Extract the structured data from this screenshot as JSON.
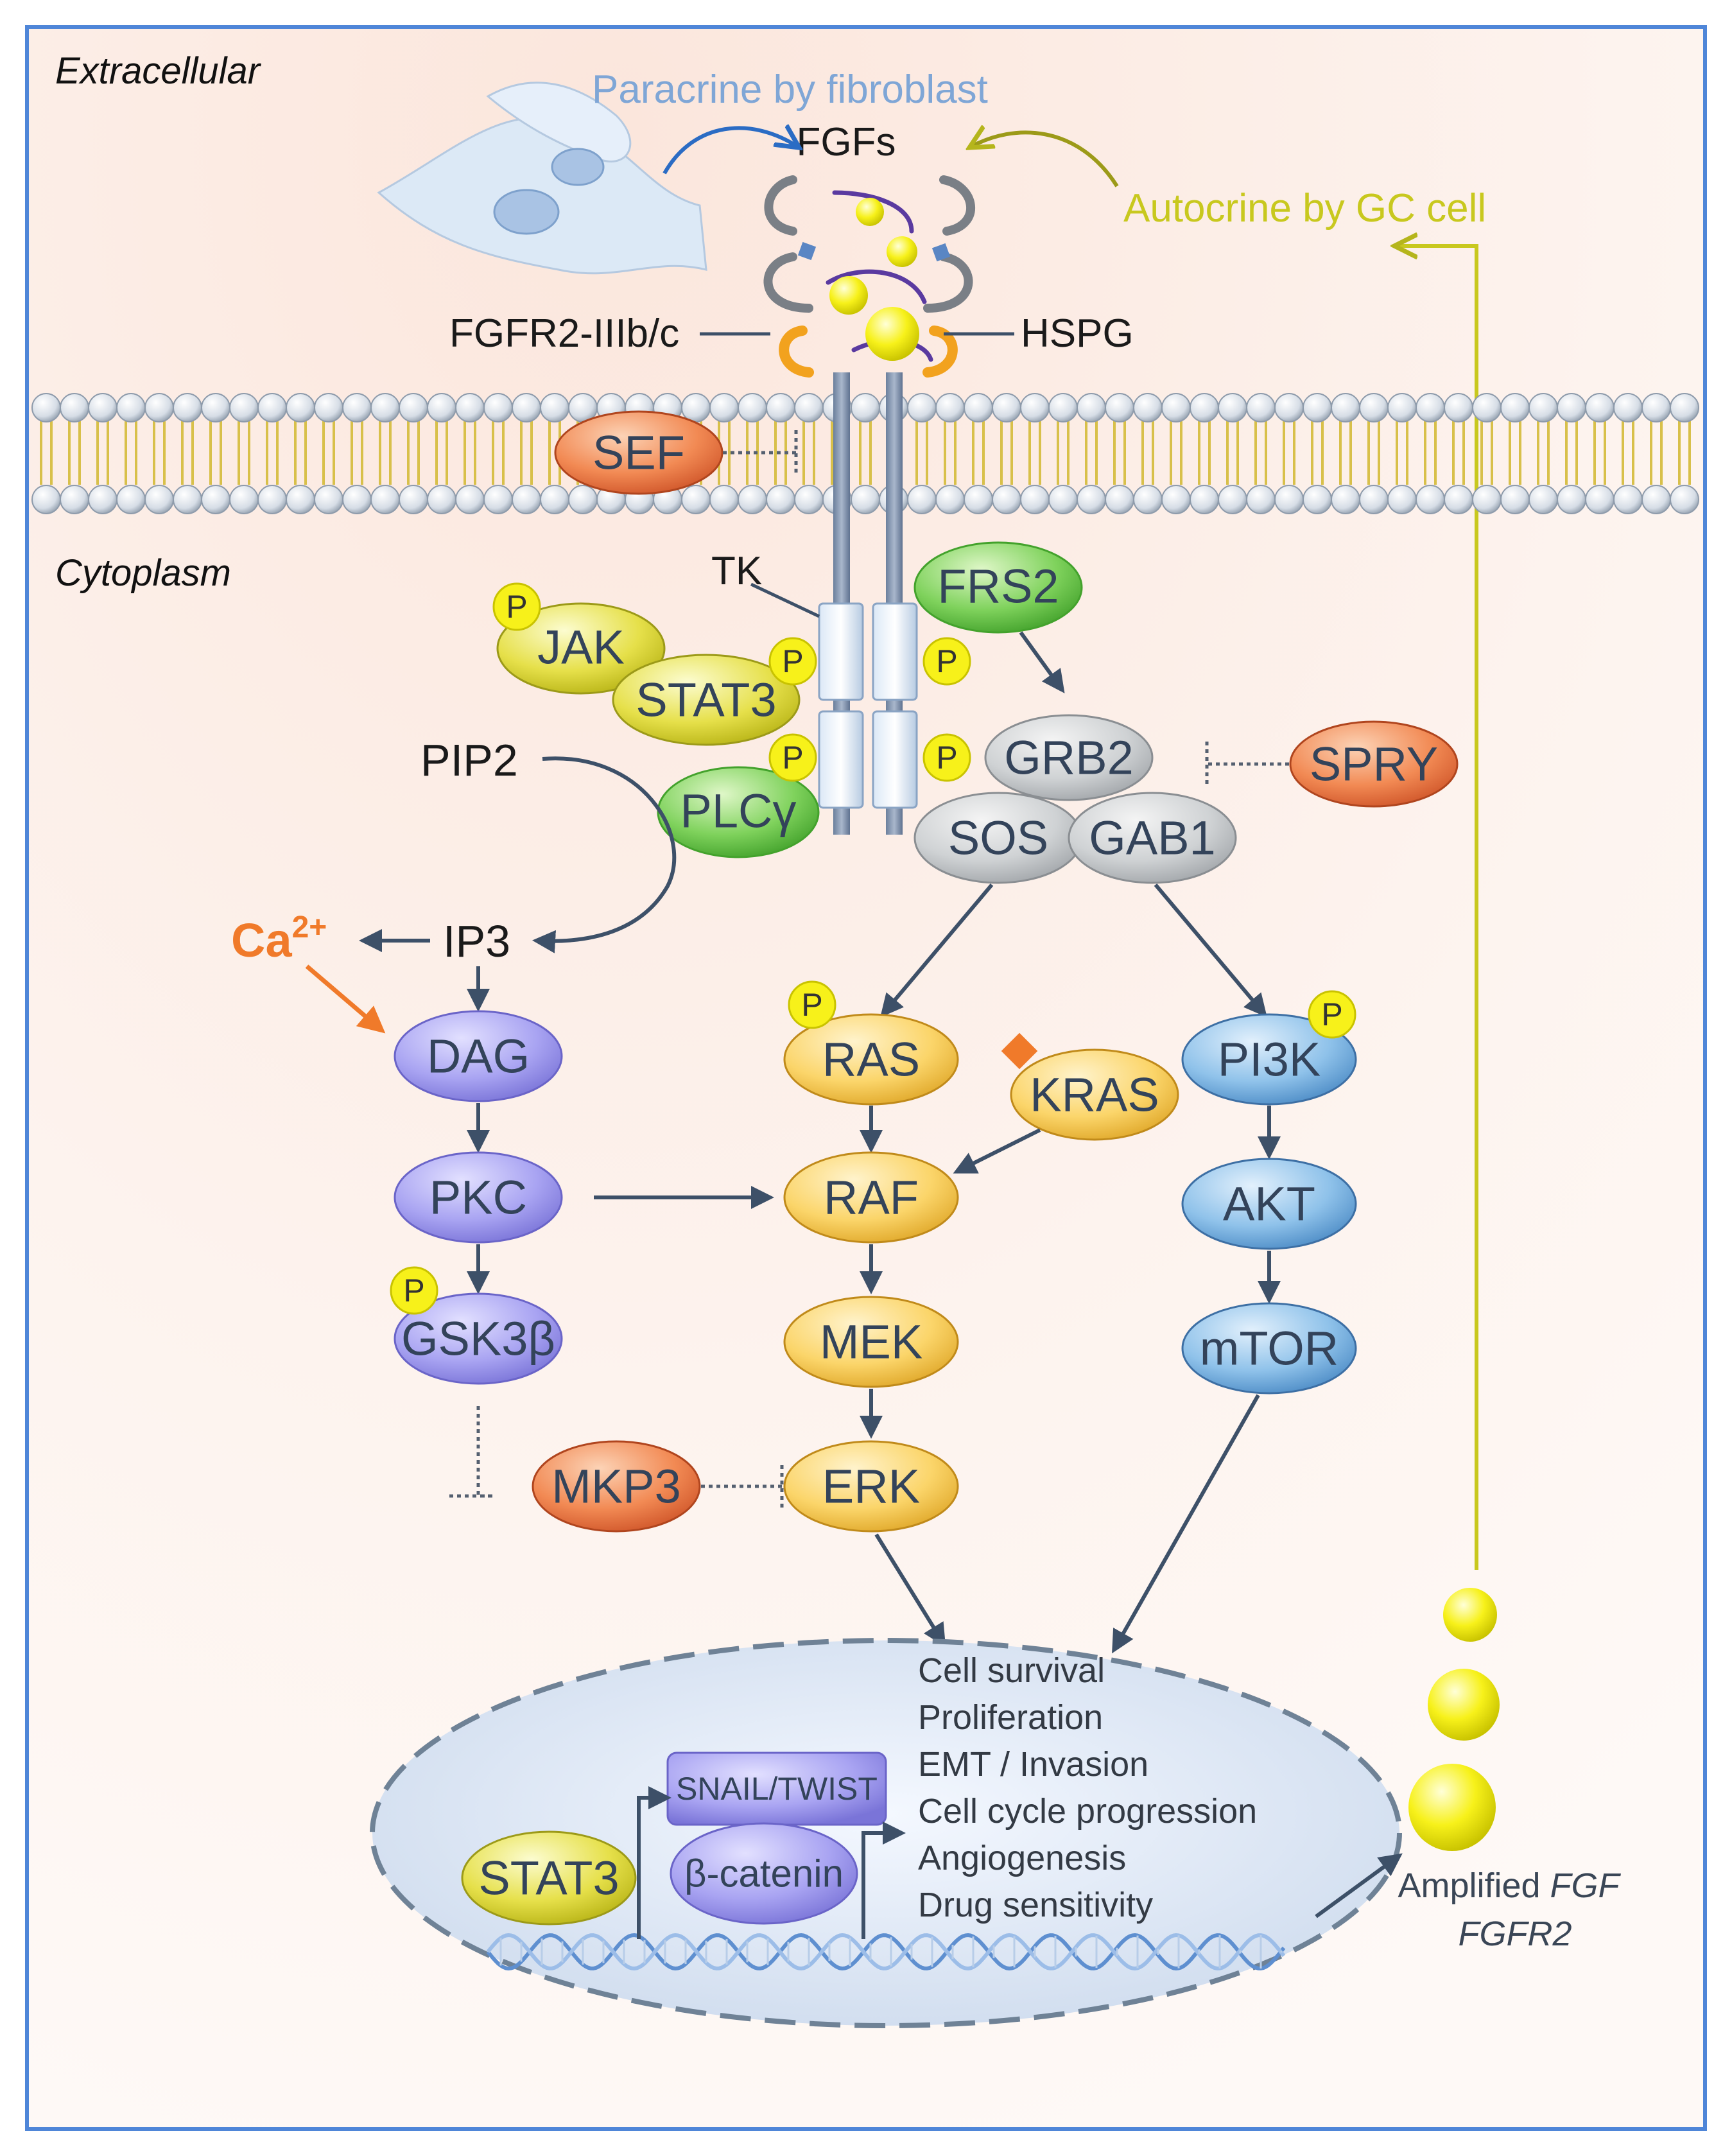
{
  "regions": {
    "extracellular": "Extracellular",
    "cytoplasm": "Cytoplasm"
  },
  "ligands": {
    "paracrine": "Paracrine by fibroblast",
    "fgfs": "FGFs",
    "autocrine": "Autocrine by GC cell",
    "receptor": "FGFR2-IIIb/c",
    "hspg": "HSPG",
    "tk": "TK"
  },
  "nodes": {
    "sef": "SEF",
    "frs2": "FRS2",
    "jak": "JAK",
    "stat3": "STAT3",
    "plcg": "PLCγ",
    "grb2": "GRB2",
    "sos": "SOS",
    "gab1": "GAB1",
    "spry": "SPRY",
    "pip2": "PIP2",
    "ca": "Ca",
    "ca_sup": "2+",
    "ip3": "IP3",
    "dag": "DAG",
    "pkc": "PKC",
    "gsk3b": "GSK3β",
    "mkp3": "MKP3",
    "ras": "RAS",
    "kras": "KRAS",
    "raf": "RAF",
    "mek": "MEK",
    "erk": "ERK",
    "pi3k": "PI3K",
    "akt": "AKT",
    "mtor": "mTOR",
    "phospho": "P"
  },
  "nucleus": {
    "stat3": "STAT3",
    "snail_twist": "SNAIL/TWIST",
    "beta_catenin": "β-catenin",
    "outcomes": [
      "Cell survival",
      "Proliferation",
      "EMT / Invasion",
      "Cell cycle progression",
      "Angiogenesis",
      "Drug sensitivity"
    ]
  },
  "amplified": {
    "prefix": "Amplified ",
    "gene1": "FGF",
    "gene2": "FGFR2"
  },
  "colors": {
    "blue_label": "#7fa6d6",
    "olive_label": "#c8c81e",
    "orange_ca": "#f07a2a"
  }
}
